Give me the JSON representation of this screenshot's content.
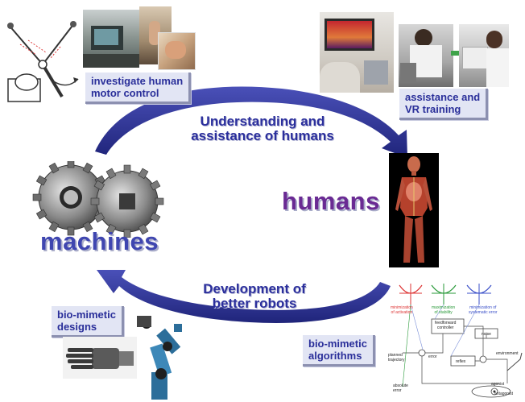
{
  "labels": {
    "investigate": [
      "investigate human",
      "motor control"
    ],
    "assistance": [
      "assistance and",
      "VR training"
    ],
    "top_arrow": [
      "Understanding and",
      "assistance of humans"
    ],
    "bottom_arrow": [
      "Development of",
      "better robots"
    ],
    "machines": "machines",
    "humans": "humans",
    "biomimetic_designs": [
      "bio-mimetic",
      "designs"
    ],
    "biomimetic_algorithms": [
      "bio-mimetic",
      "algorithms"
    ]
  },
  "diagram": {
    "minimization_activation": [
      "minimization",
      "of activation"
    ],
    "maximization_stability": [
      "maximization",
      "of stability"
    ],
    "minimization_systematic": [
      "minimization of",
      "systematic error"
    ],
    "feedforward_controller": [
      "feedforward",
      "controller"
    ],
    "noise": "noise",
    "planned_trajectory": [
      "planned",
      "trajectory"
    ],
    "error": "error",
    "reflex": "reflex",
    "environment": "environment",
    "absolute_error": [
      "absolute",
      "error"
    ],
    "agonist": "agonist",
    "antagonist": "antagonist"
  },
  "colors": {
    "caption_text": "#2a2f9a",
    "arrow": "#2d3391",
    "machines": "#3f46b0",
    "humans": "#6a2a93",
    "red": "#d33",
    "green": "#2a9a3a",
    "blue": "#3a4fc8"
  }
}
